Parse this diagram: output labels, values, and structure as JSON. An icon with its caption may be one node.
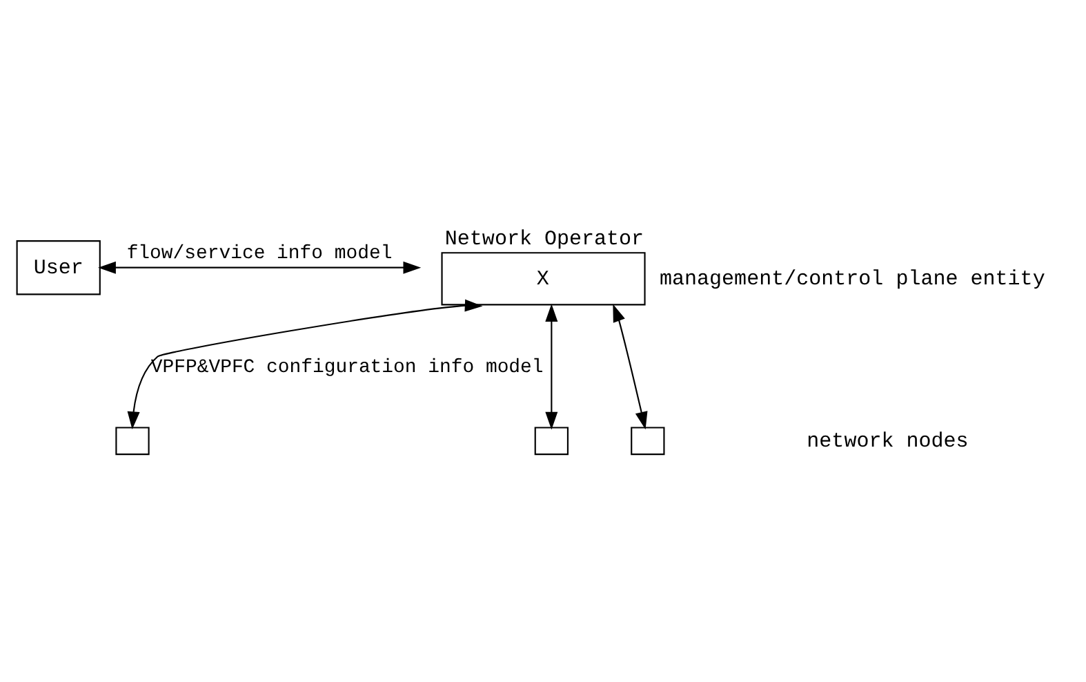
{
  "diagram": {
    "nodes": [
      {
        "text": [
          "User"
        ]
      },
      {
        "text": [
          "Network Operator",
          "X"
        ],
        "beside": [
          "management/control plane entity"
        ]
      },
      {
        "text": [],
        "shape": "box"
      },
      {
        "text": [],
        "shape": "box"
      },
      {
        "text": [],
        "shape": "box"
      }
    ],
    "edges": [
      {
        "from": 0,
        "to": 1,
        "arrow": "both",
        "label": "flow/service info model"
      },
      {
        "from": 1,
        "to": 2,
        "arrow": "both",
        "label": "VPFP&VPFC configuration info model"
      },
      {
        "from": 1,
        "to": 3,
        "arrow": "both"
      },
      {
        "from": 1,
        "to": 4,
        "arrow": "both"
      }
    ],
    "labels": [
      "network nodes"
    ]
  }
}
